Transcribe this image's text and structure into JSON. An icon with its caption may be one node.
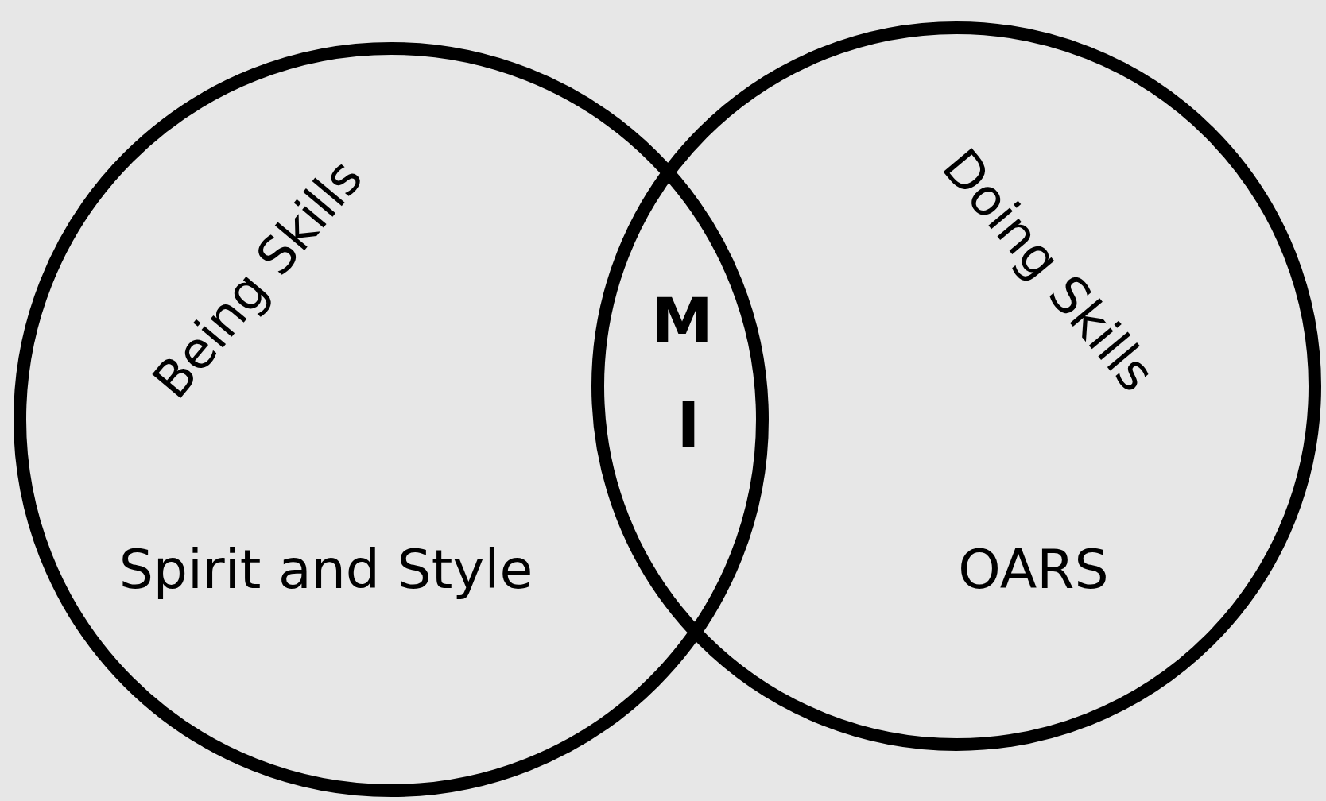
{
  "diagram": {
    "nodes": [
      {
        "text": [
          "Being Skills",
          "Spirit and Style"
        ]
      },
      {
        "text": [
          "Doing Skills",
          "OARS"
        ]
      }
    ],
    "labels": [
      "M",
      "I"
    ]
  }
}
